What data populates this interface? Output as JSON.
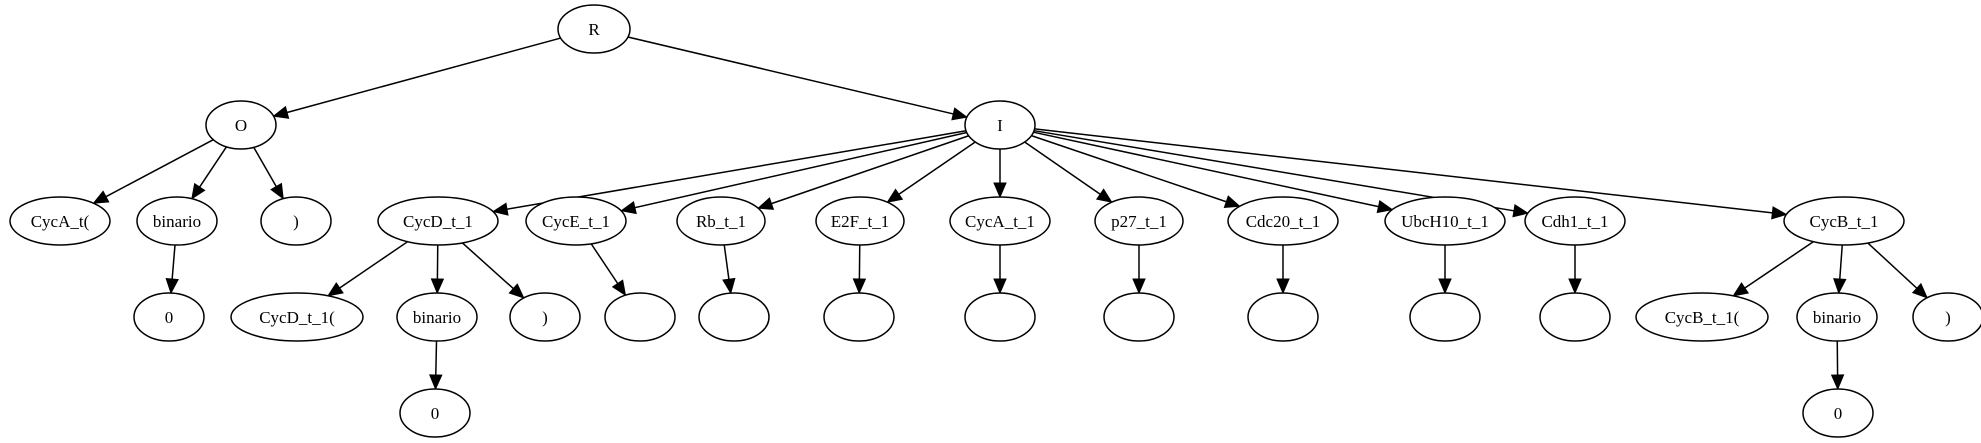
{
  "tree": {
    "nodes": [
      {
        "id": "R",
        "label": "R"
      },
      {
        "id": "O",
        "label": "O"
      },
      {
        "id": "I",
        "label": "I"
      },
      {
        "id": "CycA_t_open",
        "label": "CycA_t("
      },
      {
        "id": "binario_O",
        "label": "binario"
      },
      {
        "id": "close_O",
        "label": ")"
      },
      {
        "id": "zero_O",
        "label": "0"
      },
      {
        "id": "CycD_t_1",
        "label": "CycD_t_1"
      },
      {
        "id": "CycE_t_1",
        "label": "CycE_t_1"
      },
      {
        "id": "Rb_t_1",
        "label": "Rb_t_1"
      },
      {
        "id": "E2F_t_1",
        "label": "E2F_t_1"
      },
      {
        "id": "CycA_t_1",
        "label": "CycA_t_1"
      },
      {
        "id": "p27_t_1",
        "label": "p27_t_1"
      },
      {
        "id": "Cdc20_t_1",
        "label": "Cdc20_t_1"
      },
      {
        "id": "UbcH10_t_1",
        "label": "UbcH10_t_1"
      },
      {
        "id": "Cdh1_t_1",
        "label": "Cdh1_t_1"
      },
      {
        "id": "CycB_t_1",
        "label": "CycB_t_1"
      },
      {
        "id": "CycD_t_1_open",
        "label": "CycD_t_1("
      },
      {
        "id": "binario_CycD",
        "label": "binario"
      },
      {
        "id": "close_CycD",
        "label": ")"
      },
      {
        "id": "zero_CycD",
        "label": "0"
      },
      {
        "id": "empty_CycE",
        "label": ""
      },
      {
        "id": "empty_Rb",
        "label": ""
      },
      {
        "id": "empty_E2F",
        "label": ""
      },
      {
        "id": "empty_CycA",
        "label": ""
      },
      {
        "id": "empty_p27",
        "label": ""
      },
      {
        "id": "empty_Cdc20",
        "label": ""
      },
      {
        "id": "empty_UbcH10",
        "label": ""
      },
      {
        "id": "empty_Cdh1",
        "label": ""
      },
      {
        "id": "CycB_t_1_open",
        "label": "CycB_t_1("
      },
      {
        "id": "binario_CycB",
        "label": "binario"
      },
      {
        "id": "close_CycB",
        "label": ")"
      },
      {
        "id": "zero_CycB",
        "label": "0"
      }
    ],
    "edges": [
      [
        "R",
        "O"
      ],
      [
        "R",
        "I"
      ],
      [
        "O",
        "CycA_t_open"
      ],
      [
        "O",
        "binario_O"
      ],
      [
        "O",
        "close_O"
      ],
      [
        "binario_O",
        "zero_O"
      ],
      [
        "I",
        "CycD_t_1"
      ],
      [
        "I",
        "CycE_t_1"
      ],
      [
        "I",
        "Rb_t_1"
      ],
      [
        "I",
        "E2F_t_1"
      ],
      [
        "I",
        "CycA_t_1"
      ],
      [
        "I",
        "p27_t_1"
      ],
      [
        "I",
        "Cdc20_t_1"
      ],
      [
        "I",
        "UbcH10_t_1"
      ],
      [
        "I",
        "Cdh1_t_1"
      ],
      [
        "I",
        "CycB_t_1"
      ],
      [
        "CycD_t_1",
        "CycD_t_1_open"
      ],
      [
        "CycD_t_1",
        "binario_CycD"
      ],
      [
        "CycD_t_1",
        "close_CycD"
      ],
      [
        "binario_CycD",
        "zero_CycD"
      ],
      [
        "CycE_t_1",
        "empty_CycE"
      ],
      [
        "Rb_t_1",
        "empty_Rb"
      ],
      [
        "E2F_t_1",
        "empty_E2F"
      ],
      [
        "CycA_t_1",
        "empty_CycA"
      ],
      [
        "p27_t_1",
        "empty_p27"
      ],
      [
        "Cdc20_t_1",
        "empty_Cdc20"
      ],
      [
        "UbcH10_t_1",
        "empty_UbcH10"
      ],
      [
        "Cdh1_t_1",
        "empty_Cdh1"
      ],
      [
        "CycB_t_1",
        "CycB_t_1_open"
      ],
      [
        "CycB_t_1",
        "binario_CycB"
      ],
      [
        "CycB_t_1",
        "close_CycB"
      ],
      [
        "binario_CycB",
        "zero_CycB"
      ]
    ]
  }
}
